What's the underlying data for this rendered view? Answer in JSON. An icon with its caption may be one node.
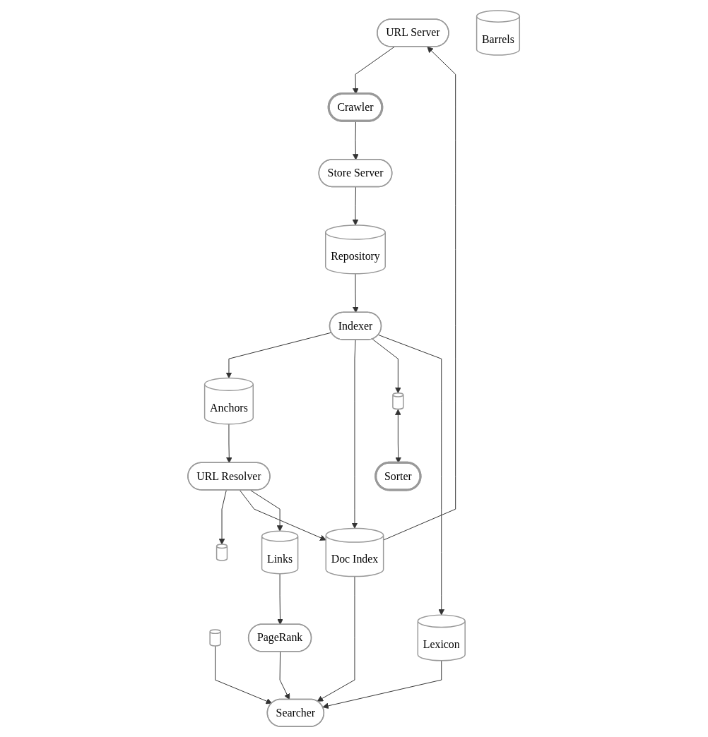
{
  "diagram": {
    "nodes": [
      {
        "text": [
          "URL Server"
        ]
      },
      {
        "text": [
          "Crawler"
        ]
      },
      {
        "text": [
          "Store Server"
        ]
      },
      {
        "text": [
          "Repository"
        ]
      },
      {
        "text": [
          "Anchors"
        ]
      },
      {
        "text": [
          "URL Resolver"
        ]
      },
      {
        "text": [
          "Indexer"
        ]
      },
      {
        "text": [],
        "shape": "cylinder"
      },
      {
        "text": [
          "Barrels"
        ]
      },
      {
        "text": [],
        "shape": "cylinder"
      },
      {
        "text": [],
        "shape": "cylinder"
      },
      {
        "text": [
          "Lexicon"
        ]
      },
      {
        "text": [
          "Links"
        ]
      },
      {
        "text": [
          "Sorter"
        ]
      },
      {
        "text": [
          "Doc Index"
        ]
      },
      {
        "text": [
          "PageRank"
        ]
      },
      {
        "text": [
          "Searcher"
        ]
      }
    ],
    "edges": [
      {
        "from": 0,
        "to": 1,
        "arrow": "to"
      },
      {
        "from": 1,
        "to": 2,
        "arrow": "to"
      },
      {
        "from": 2,
        "to": 3,
        "arrow": "to"
      },
      {
        "from": 3,
        "to": 6,
        "arrow": "to"
      },
      {
        "from": 6,
        "to": 4,
        "arrow": "to"
      },
      {
        "from": 4,
        "to": 5,
        "arrow": "to"
      },
      {
        "from": 6,
        "to": 14,
        "arrow": "to"
      },
      {
        "from": 6,
        "to": 9,
        "arrow": "to"
      },
      {
        "from": 6,
        "to": 11,
        "arrow": "to"
      },
      {
        "from": 5,
        "to": 7,
        "arrow": "to"
      },
      {
        "from": 5,
        "to": 14,
        "arrow": "to"
      },
      {
        "from": 5,
        "to": 12,
        "arrow": "to"
      },
      {
        "from": 14,
        "to": 0,
        "arrow": "to"
      },
      {
        "from": 9,
        "to": 13,
        "arrow": "both"
      },
      {
        "from": 10,
        "to": 16,
        "arrow": "to"
      },
      {
        "from": 11,
        "to": 16,
        "arrow": "to"
      },
      {
        "from": 12,
        "to": 15,
        "arrow": "to"
      },
      {
        "from": 14,
        "to": 16,
        "arrow": "to"
      },
      {
        "from": 15,
        "to": 16,
        "arrow": "to"
      }
    ]
  }
}
